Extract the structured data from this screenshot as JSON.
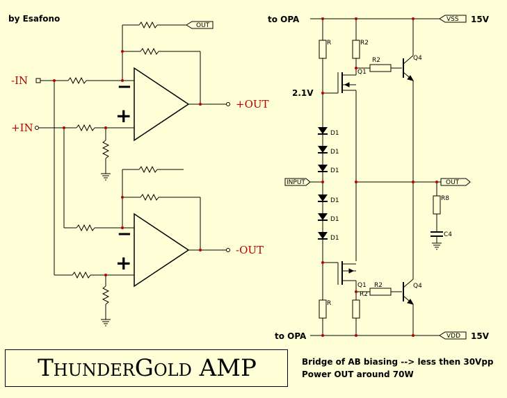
{
  "author": "by Esafono",
  "title": "ThunderGold AMP",
  "notes": [
    "Bridge of AB biasing --> less then 30Vpp",
    "Power OUT around 70W"
  ],
  "left_circuit": {
    "input_neg": "-IN",
    "input_pos": "+IN",
    "output_pos": "+OUT",
    "output_neg": "-OUT",
    "port_out": "OUT",
    "minus_sign": "−",
    "plus_sign": "+"
  },
  "right_circuit": {
    "to_opa_top": "to OPA",
    "to_opa_bottom": "to OPA",
    "vss_port": "VSS",
    "vdd_port": "VDD",
    "supply_top": "15V",
    "supply_bottom": "15V",
    "voltage_label": "2.1V",
    "input_port": "INPUT",
    "out_port": "OUT",
    "resistor_r": "R",
    "resistor_r2": "R2",
    "resistor_r8": "R8",
    "cap_c4": "C4",
    "transistor_q1": "Q1",
    "transistor_q4": "Q4",
    "diode_d1": "D1"
  },
  "colors": {
    "background": "#ffffd7",
    "wire": "#000000",
    "junction": "#b80000",
    "io_text": "#b80000"
  }
}
